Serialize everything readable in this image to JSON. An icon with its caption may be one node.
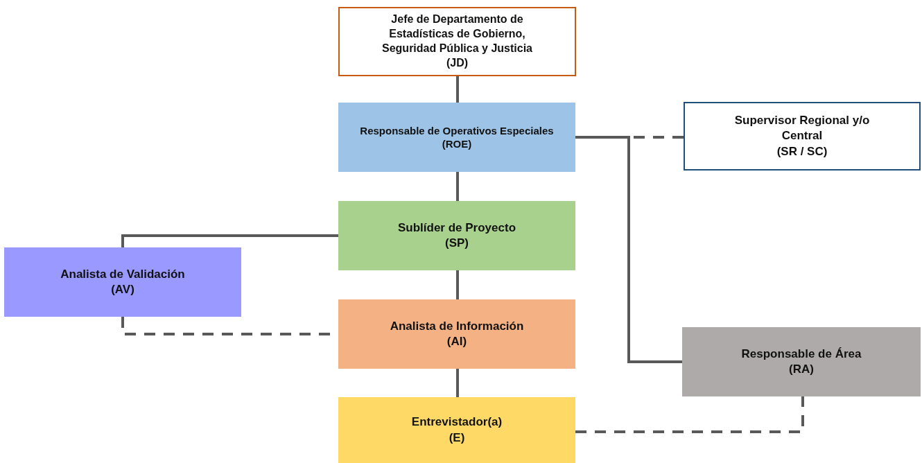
{
  "diagram": {
    "nodes": [
      {
        "text": [
          "Jefe de Departamento de Estadísticas de Gobierno, Seguridad Pública y Justicia",
          "(JD)"
        ]
      },
      {
        "text": [
          "Responsable de Operativos Especiales",
          "(ROE)"
        ]
      },
      {
        "text": [
          "Supervisor Regional y/o Central",
          "(SR / SC)"
        ]
      },
      {
        "text": [
          "Sublíder de Proyecto",
          "(SP)"
        ]
      },
      {
        "text": [
          "Analista de Validación",
          "(AV)"
        ]
      },
      {
        "text": [
          "Analista de Información",
          "(AI)"
        ]
      },
      {
        "text": [
          "Responsable de Área",
          "(RA)"
        ]
      },
      {
        "text": [
          "Entrevistador(a)",
          "(E)"
        ]
      }
    ],
    "edges": [
      {
        "from": 0,
        "to": 1,
        "arrow": "none"
      },
      {
        "from": 1,
        "to": 2,
        "arrow": "none",
        "style": "dashed"
      },
      {
        "from": 1,
        "to": 6,
        "arrow": "none"
      },
      {
        "from": 1,
        "to": 3,
        "arrow": "none"
      },
      {
        "from": 3,
        "to": 4,
        "arrow": "none"
      },
      {
        "from": 4,
        "to": 5,
        "arrow": "none",
        "style": "dashed"
      },
      {
        "from": 3,
        "to": 5,
        "arrow": "none"
      },
      {
        "from": 5,
        "to": 7,
        "arrow": "none"
      },
      {
        "from": 7,
        "to": 6,
        "arrow": "none",
        "style": "dashed"
      }
    ]
  }
}
